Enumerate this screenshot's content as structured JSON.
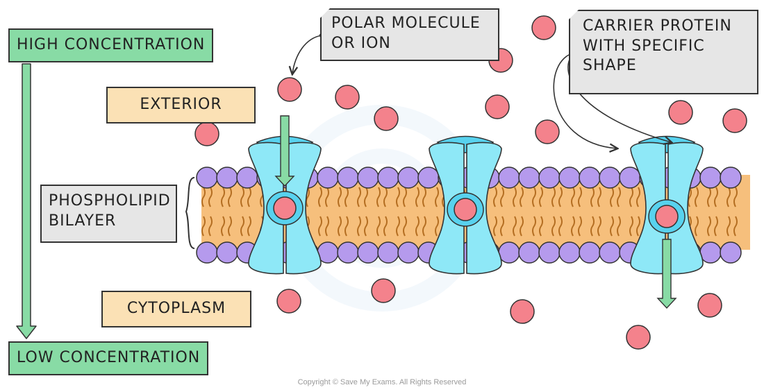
{
  "labels": {
    "high_concentration": "HIGH CONCENTRATION",
    "low_concentration": "LOW CONCENTRATION",
    "exterior": "EXTERIOR",
    "cytoplasm": "CYTOPLASM",
    "phospholipid_bilayer": [
      "PHOSPHOLIPID",
      "BILAYER"
    ],
    "polar_molecule": [
      "POLAR MOLECULE",
      "OR ION"
    ],
    "carrier_protein": [
      "CARRIER PROTEIN",
      "WITH SPECIFIC",
      "SHAPE"
    ]
  },
  "copyright": "Copyright © Save My Exams. All Rights Reserved",
  "colors": {
    "green_label": "#88dba5",
    "tan_label": "#fbe1b5",
    "grey_label": "#e6e6e6",
    "molecule": "#f4828c",
    "protein": "#8ee8f7",
    "protein_dark": "#58d2ee",
    "phosphate_head": "#b59aed",
    "lipid_core": "#f6bf7c",
    "lipid_tail": "#b46e22"
  }
}
